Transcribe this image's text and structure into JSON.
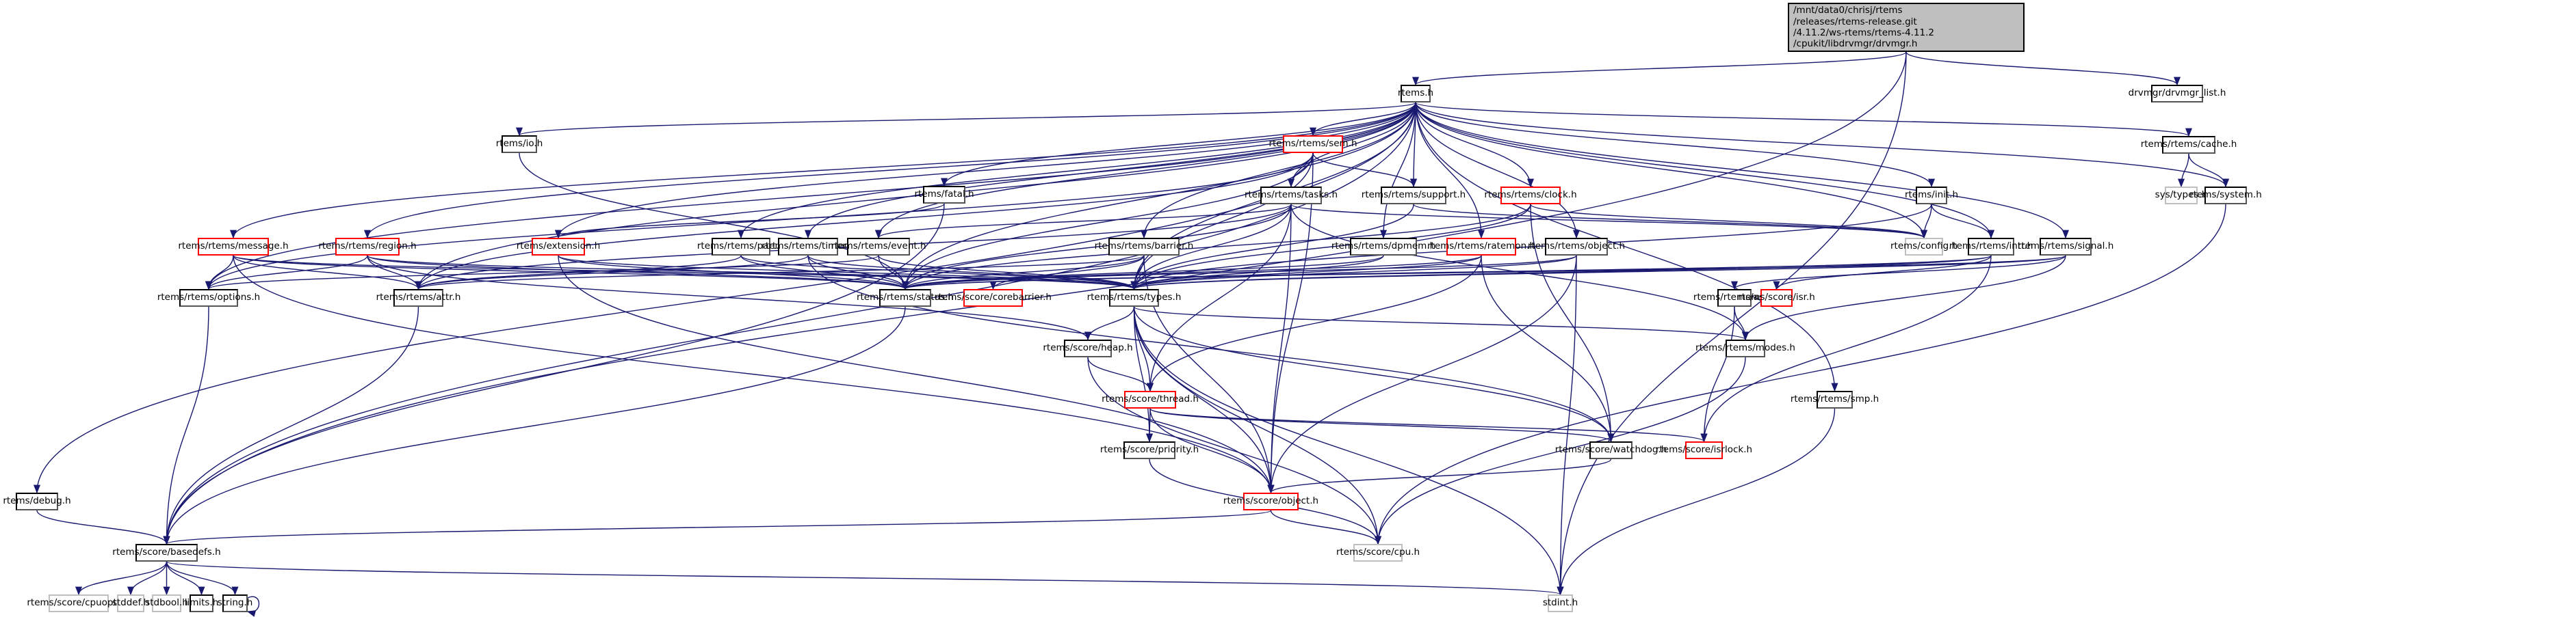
{
  "graph": {
    "title": "Include dependency graph",
    "root": {
      "lines": [
        "/mnt/data0/chrisj/rtems",
        "/releases/rtems-release.git",
        "/4.11.2/ws-rtems/rtems-4.11.2",
        "/cpukit/libdrvmgr/drvmgr.h"
      ]
    },
    "legend_colors": {
      "edge": "#191970",
      "documented_node_border": "#000000",
      "truncated_node_border": "#ff0000",
      "undocumented_node_border": "#bfbfbf",
      "root_fill": "#bfbfbf"
    },
    "nodes": {
      "rtems_h": "rtems.h",
      "drvmgr_list": "drvmgr/drvmgr_list.h",
      "io": "rtems/io.h",
      "sem": "rtems/rtems/sem.h",
      "cache": "rtems/rtems/cache.h",
      "fatal": "rtems/fatal.h",
      "tasks": "rtems/rtems/tasks.h",
      "support": "rtems/rtems/support.h",
      "clock": "rtems/rtems/clock.h",
      "init": "rtems/init.h",
      "systypes": "sys/types.h",
      "system": "rtems/system.h",
      "message": "rtems/rtems/message.h",
      "region": "rtems/rtems/region.h",
      "extension": "rtems/extension.h",
      "part": "rtems/rtems/part.h",
      "timer": "rtems/rtems/timer.h",
      "event": "rtems/rtems/event.h",
      "barrier": "rtems/rtems/barrier.h",
      "dpmem": "rtems/rtems/dpmem.h",
      "ratemon": "rtems/rtems/ratemon.h",
      "object_r": "rtems/rtems/object.h",
      "config": "rtems/config.h",
      "intr": "rtems/rtems/intr.h",
      "signal": "rtems/rtems/signal.h",
      "options": "rtems/rtems/options.h",
      "attr": "rtems/rtems/attr.h",
      "status": "rtems/rtems/status.h",
      "corebarrier": "rtems/score/corebarrier.h",
      "types": "rtems/rtems/types.h",
      "asr": "rtems/rtems/asr.h",
      "isr": "rtems/score/isr.h",
      "heap": "rtems/score/heap.h",
      "modes": "rtems/rtems/modes.h",
      "thread": "rtems/score/thread.h",
      "smp": "rtems/rtems/smp.h",
      "priority": "rtems/score/priority.h",
      "watchdog": "rtems/score/watchdog.h",
      "isrlock": "rtems/score/isrlock.h",
      "debug": "rtems/debug.h",
      "object_s": "rtems/score/object.h",
      "basedefs": "rtems/score/basedefs.h",
      "cpu": "rtems/score/cpu.h",
      "cpuopts": "rtems/score/cpuopts.h",
      "stddef": "stddef.h",
      "stdbool": "stdbool.h",
      "limits": "limits.h",
      "string": "string.h",
      "stdint": "stdint.h"
    }
  }
}
